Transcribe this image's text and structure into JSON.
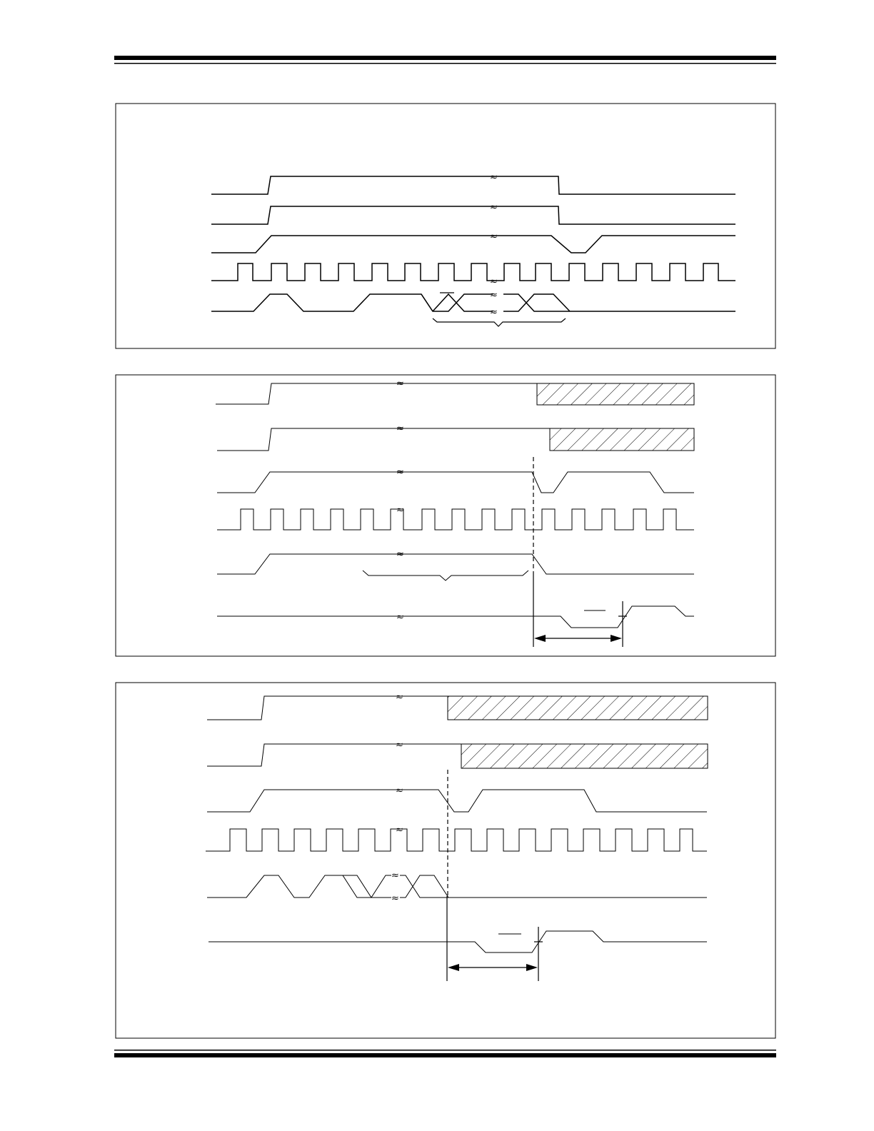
{
  "header": {
    "rule_style": "thick-over-thin"
  },
  "footer": {
    "rule_style": "thin-over-thick"
  },
  "figures": [
    {
      "id": "figure-1",
      "signal_count": 5,
      "break_glyph": "≈"
    },
    {
      "id": "figure-2",
      "signal_count": 6,
      "break_glyph": "≈",
      "hatched_regions": 2
    },
    {
      "id": "figure-3",
      "signal_count": 6,
      "break_glyph": "≈",
      "hatched_regions": 2
    }
  ],
  "colors": {
    "ink": "#000000",
    "paper": "#ffffff"
  }
}
